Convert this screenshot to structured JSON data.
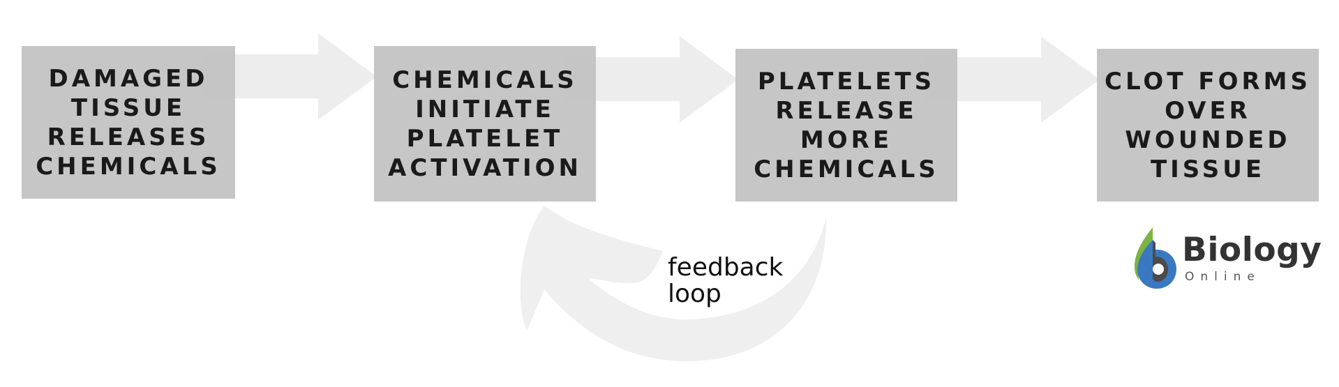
{
  "diagram": {
    "steps": [
      {
        "label": "DAMAGED\nTISSUE\nRELEASES\nCHEMICALS"
      },
      {
        "label": "CHEMICALS\nINITIATE\nPLATELET\nACTIVATION"
      },
      {
        "label": "PLATELETS\nRELEASE\nMORE\nCHEMICALS"
      },
      {
        "label": "CLOT FORMS\nOVER\nWOUNDED\nTISSUE"
      }
    ],
    "feedback_label": "feedback\nloop",
    "arrow_color": "#ededed",
    "box_color": "#c2c2c2"
  },
  "logo": {
    "title": "Biology",
    "subtitle": "Online",
    "colors": {
      "leaf_green": "#7cb342",
      "drop_blue": "#3b78c2",
      "text_gray": "#333333"
    }
  }
}
